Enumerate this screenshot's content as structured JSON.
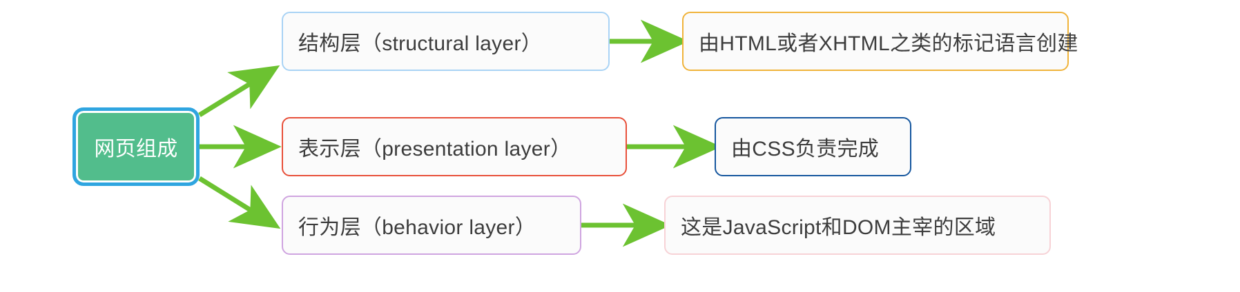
{
  "diagram": {
    "title": "网页组成",
    "type": "mind-map",
    "accent_colors": {
      "arrow": "#6cc231",
      "root_fill": "#52bd8c",
      "root_border": "#2fa5e0",
      "structural_border": "#a9d3f5",
      "presentation_border": "#e8503a",
      "behavior_border": "#cfa4e0",
      "html_desc_border": "#f0b33a",
      "css_desc_border": "#15569e",
      "js_desc_border": "#f7d2d6",
      "node_fill": "#fbfbfb",
      "text": "#3c3c3c",
      "root_text": "#ffffff",
      "background": "#ffffff"
    },
    "root": {
      "label": "网页组成"
    },
    "branches": [
      {
        "id": "structural",
        "layer_label": "结构层（structural layer）",
        "description_label": "由HTML或者XHTML之类的标记语言创建"
      },
      {
        "id": "presentation",
        "layer_label": "表示层（presentation layer）",
        "description_label": "由CSS负责完成"
      },
      {
        "id": "behavior",
        "layer_label": "行为层（behavior layer）",
        "description_label": "这是JavaScript和DOM主宰的区域"
      }
    ]
  }
}
